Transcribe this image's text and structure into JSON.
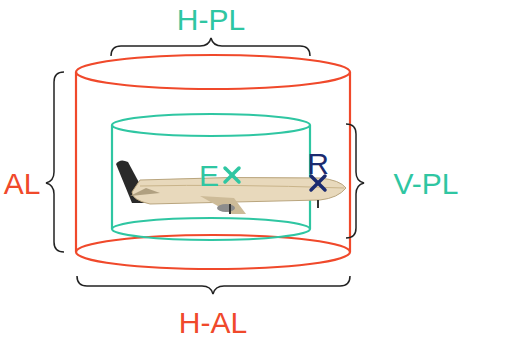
{
  "diagram": {
    "labels": [
      "H-PL",
      "AL",
      "V-PL",
      "E",
      "R",
      "H-AL"
    ]
  }
}
